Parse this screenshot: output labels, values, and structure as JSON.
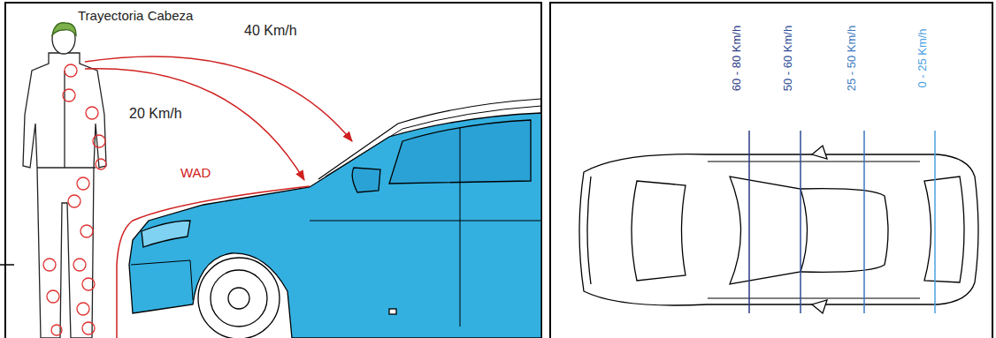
{
  "diagram": {
    "labels": [
      "Trayectoria Cabeza",
      "40 Km/h",
      "20 Km/h",
      "WAD",
      "60 - 80 Km/h",
      "50 - 60 Km/h",
      "25 - 50 Km/h",
      "0 - 25 Km/h"
    ]
  }
}
